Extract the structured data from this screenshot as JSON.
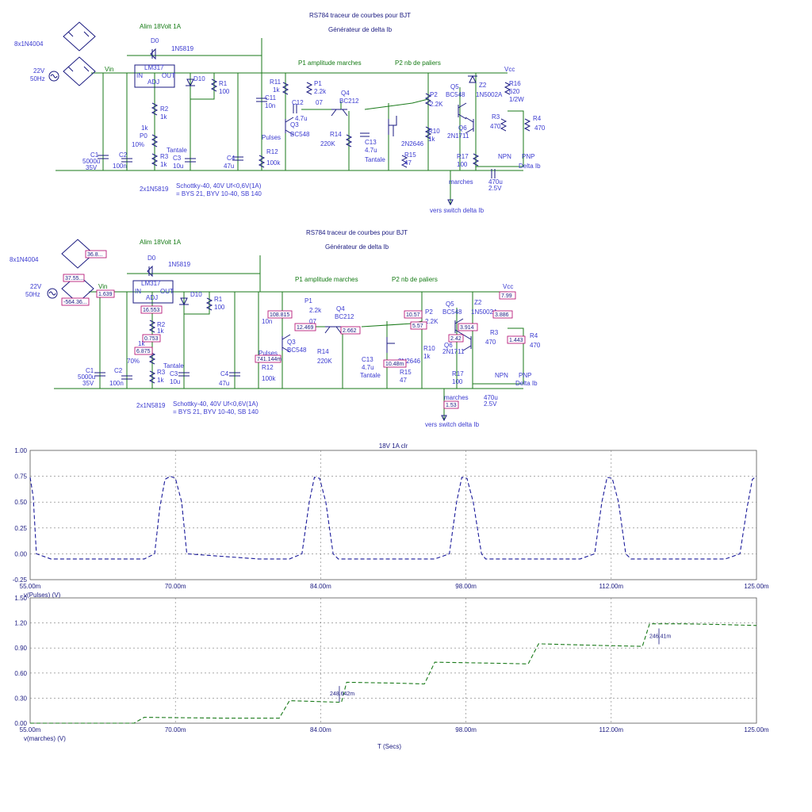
{
  "schematic_top": {
    "title": "RS784 traceur de courbes pour BJT",
    "subtitle": "Générateur de delta Ib",
    "labels": [
      {
        "id": "bridge",
        "text": "8x1N4004"
      },
      {
        "id": "alim",
        "text": "Alim 18Volt 1A"
      },
      {
        "id": "src1",
        "text": "22V"
      },
      {
        "id": "src2",
        "text": "50Hz"
      },
      {
        "id": "vin",
        "text": "Vin"
      },
      {
        "id": "d0",
        "text": "D0"
      },
      {
        "id": "d0t",
        "text": "1N5819"
      },
      {
        "id": "reg",
        "text": "LM317"
      },
      {
        "id": "in",
        "text": "IN"
      },
      {
        "id": "out",
        "text": "OUT"
      },
      {
        "id": "adj",
        "text": "ADJ"
      },
      {
        "id": "d10",
        "text": "D10"
      },
      {
        "id": "r1",
        "text": "R1"
      },
      {
        "id": "r1v",
        "text": "100"
      },
      {
        "id": "r2",
        "text": "R2"
      },
      {
        "id": "r2v",
        "text": "1k"
      },
      {
        "id": "p0a",
        "text": "1k"
      },
      {
        "id": "p0",
        "text": "P0"
      },
      {
        "id": "p0p",
        "text": "10%"
      },
      {
        "id": "r3",
        "text": "R3"
      },
      {
        "id": "r3v",
        "text": "1k"
      },
      {
        "id": "tant",
        "text": "Tantale"
      },
      {
        "id": "c3",
        "text": "C3"
      },
      {
        "id": "c3v",
        "text": "10u"
      },
      {
        "id": "c1",
        "text": "C1"
      },
      {
        "id": "c1v",
        "text": "5000u"
      },
      {
        "id": "c1w",
        "text": "35V"
      },
      {
        "id": "c2",
        "text": "C2"
      },
      {
        "id": "c2v",
        "text": "100n"
      },
      {
        "id": "c4",
        "text": "C4"
      },
      {
        "id": "c4v",
        "text": "47u"
      },
      {
        "id": "schottky",
        "text": "2x1N5819"
      },
      {
        "id": "schottky2",
        "text": "Schottky-40, 40V Uf<0,6V(1A)"
      },
      {
        "id": "schottky3",
        "text": "= BYS 21, BYV 10-40, SB 140"
      },
      {
        "id": "p1m",
        "text": "P1 amplitude marches"
      },
      {
        "id": "p2m",
        "text": "P2 nb de paliers"
      },
      {
        "id": "vcc",
        "text": "Vcc"
      },
      {
        "id": "r11",
        "text": "R11"
      },
      {
        "id": "r11v",
        "text": "1k"
      },
      {
        "id": "c11",
        "text": "C11"
      },
      {
        "id": "c11v",
        "text": "10n"
      },
      {
        "id": "c12",
        "text": "C12"
      },
      {
        "id": "c12v",
        "text": "4.7u"
      },
      {
        "id": "p1",
        "text": "P1"
      },
      {
        "id": "p1v",
        "text": "2.2k"
      },
      {
        "id": "p1p",
        "text": "07"
      },
      {
        "id": "q4",
        "text": "Q4"
      },
      {
        "id": "q4t",
        "text": "BC212"
      },
      {
        "id": "q3",
        "text": "Q3"
      },
      {
        "id": "q3t",
        "text": "BC548"
      },
      {
        "id": "pulses",
        "text": "Pulses"
      },
      {
        "id": "r12",
        "text": "R12"
      },
      {
        "id": "r12v",
        "text": "100k"
      },
      {
        "id": "r14",
        "text": "R14"
      },
      {
        "id": "r14v",
        "text": "220K"
      },
      {
        "id": "c13",
        "text": "C13"
      },
      {
        "id": "c13v",
        "text": "4.7u"
      },
      {
        "id": "c13t",
        "text": "Tantale"
      },
      {
        "id": "q2t",
        "text": "2N2646"
      },
      {
        "id": "r15",
        "text": "R15"
      },
      {
        "id": "r15v",
        "text": "47"
      },
      {
        "id": "r10",
        "text": "R10"
      },
      {
        "id": "r10v",
        "text": "1k"
      },
      {
        "id": "p2",
        "text": "P2"
      },
      {
        "id": "p2v",
        "text": "2.2K"
      },
      {
        "id": "q5",
        "text": "Q5"
      },
      {
        "id": "q5t",
        "text": "BC548"
      },
      {
        "id": "z2",
        "text": "Z2"
      },
      {
        "id": "z2t",
        "text": "1N5002A"
      },
      {
        "id": "r16",
        "text": "R16"
      },
      {
        "id": "r16v",
        "text": "620"
      },
      {
        "id": "r16w",
        "text": "1/2W"
      },
      {
        "id": "r3b",
        "text": "R3"
      },
      {
        "id": "r3bv",
        "text": "470"
      },
      {
        "id": "r4",
        "text": "R4"
      },
      {
        "id": "r4v",
        "text": "470"
      },
      {
        "id": "q6",
        "text": "Q6"
      },
      {
        "id": "q6t",
        "text": "2N1711"
      },
      {
        "id": "r17",
        "text": "R17"
      },
      {
        "id": "r17v",
        "text": "100"
      },
      {
        "id": "npn",
        "text": "NPN"
      },
      {
        "id": "pnp",
        "text": "PNP"
      },
      {
        "id": "dib",
        "text": "Delta Ib"
      },
      {
        "id": "c5v",
        "text": "470u"
      },
      {
        "id": "c5w",
        "text": "2.5V"
      },
      {
        "id": "marches",
        "text": "marches"
      },
      {
        "id": "vers",
        "text": "vers switch delta Ib"
      }
    ]
  },
  "schematic_bottom": {
    "probes": [
      "36.8...",
      "37.55...",
      "-564.36...",
      "1.639",
      "16.553",
      "0.753",
      "6.875",
      "108.815",
      "12.469",
      "2.662",
      "10.57",
      "5.57",
      "3.914",
      "7.99",
      "3.886",
      "2.42",
      "1.443",
      "741.144m",
      "10.48m",
      "1.53"
    ],
    "extra_labels": [
      {
        "id": "p0p2",
        "text": "70%"
      }
    ]
  },
  "chart_data": [
    {
      "type": "line",
      "title": "18V 1A clr",
      "xlabel": "",
      "ylabel": "v(Pulses) (V)",
      "xlim": [
        55,
        125
      ],
      "ylim": [
        -0.25,
        1.0
      ],
      "x_unit": "m",
      "x_ticks": [
        "55.00m",
        "70.00m",
        "84.00m",
        "98.00m",
        "112.00m",
        "125.00m"
      ],
      "y_ticks": [
        "-0.25",
        "0.00",
        "0.25",
        "0.50",
        "0.75",
        "1.00"
      ],
      "series": [
        {
          "name": "v(Pulses)",
          "color": "#1a1a9a",
          "x": [
            55.0,
            55.3,
            55.6,
            57.0,
            64.0,
            66.0,
            67.0,
            67.5,
            68.0,
            68.5,
            69.0,
            69.6,
            70.1,
            77.0,
            80.0,
            81.2,
            81.9,
            82.4,
            82.9,
            83.5,
            84.2,
            84.7,
            90.0,
            94.0,
            95.4,
            96.1,
            96.6,
            97.1,
            97.7,
            98.5,
            98.9,
            104.0,
            108.0,
            109.4,
            110.1,
            110.6,
            111.1,
            111.7,
            112.4,
            112.9,
            118.0,
            122.0,
            123.4,
            124.1,
            124.6,
            125.0
          ],
          "y": [
            0.74,
            0.55,
            0.0,
            -0.05,
            -0.05,
            -0.05,
            0.0,
            0.45,
            0.72,
            0.75,
            0.73,
            0.5,
            0.0,
            -0.05,
            -0.05,
            0.0,
            0.5,
            0.74,
            0.73,
            0.5,
            0.0,
            -0.05,
            -0.05,
            -0.05,
            0.0,
            0.5,
            0.74,
            0.73,
            0.5,
            0.0,
            -0.05,
            -0.05,
            -0.05,
            0.0,
            0.5,
            0.74,
            0.73,
            0.5,
            0.0,
            -0.05,
            -0.05,
            -0.05,
            0.0,
            0.45,
            0.72,
            0.75
          ]
        }
      ]
    },
    {
      "type": "line",
      "title": "",
      "xlabel": "T (Secs)",
      "ylabel": "v(marches) (V)",
      "xlim": [
        55,
        125
      ],
      "ylim": [
        0.0,
        1.5
      ],
      "x_ticks": [
        "55.00m",
        "70.00m",
        "84.00m",
        "98.00m",
        "112.00m",
        "125.00m"
      ],
      "y_ticks": [
        "0.00",
        "0.30",
        "0.60",
        "0.90",
        "1.20",
        "1.50"
      ],
      "annotations": [
        {
          "text": "248.642m",
          "x": 84.8,
          "y": 0.35
        },
        {
          "text": "246.41m",
          "x": 115.6,
          "y": 1.04
        }
      ],
      "series": [
        {
          "name": "v(marches)",
          "color": "#1a7a1a",
          "x": [
            55.0,
            60.0,
            65.0,
            66.0,
            74.0,
            76.0,
            79.0,
            80.0,
            85.0,
            85.5,
            90.0,
            93.0,
            94.0,
            99.0,
            103.0,
            104.0,
            110.0,
            114.0,
            114.7,
            118.0,
            122.0,
            125.0
          ],
          "y": [
            0.0,
            0.0,
            0.0,
            0.07,
            0.06,
            0.06,
            0.06,
            0.27,
            0.25,
            0.49,
            0.48,
            0.47,
            0.73,
            0.72,
            0.71,
            0.95,
            0.93,
            0.92,
            1.19,
            1.19,
            1.18,
            1.17
          ]
        }
      ]
    }
  ]
}
